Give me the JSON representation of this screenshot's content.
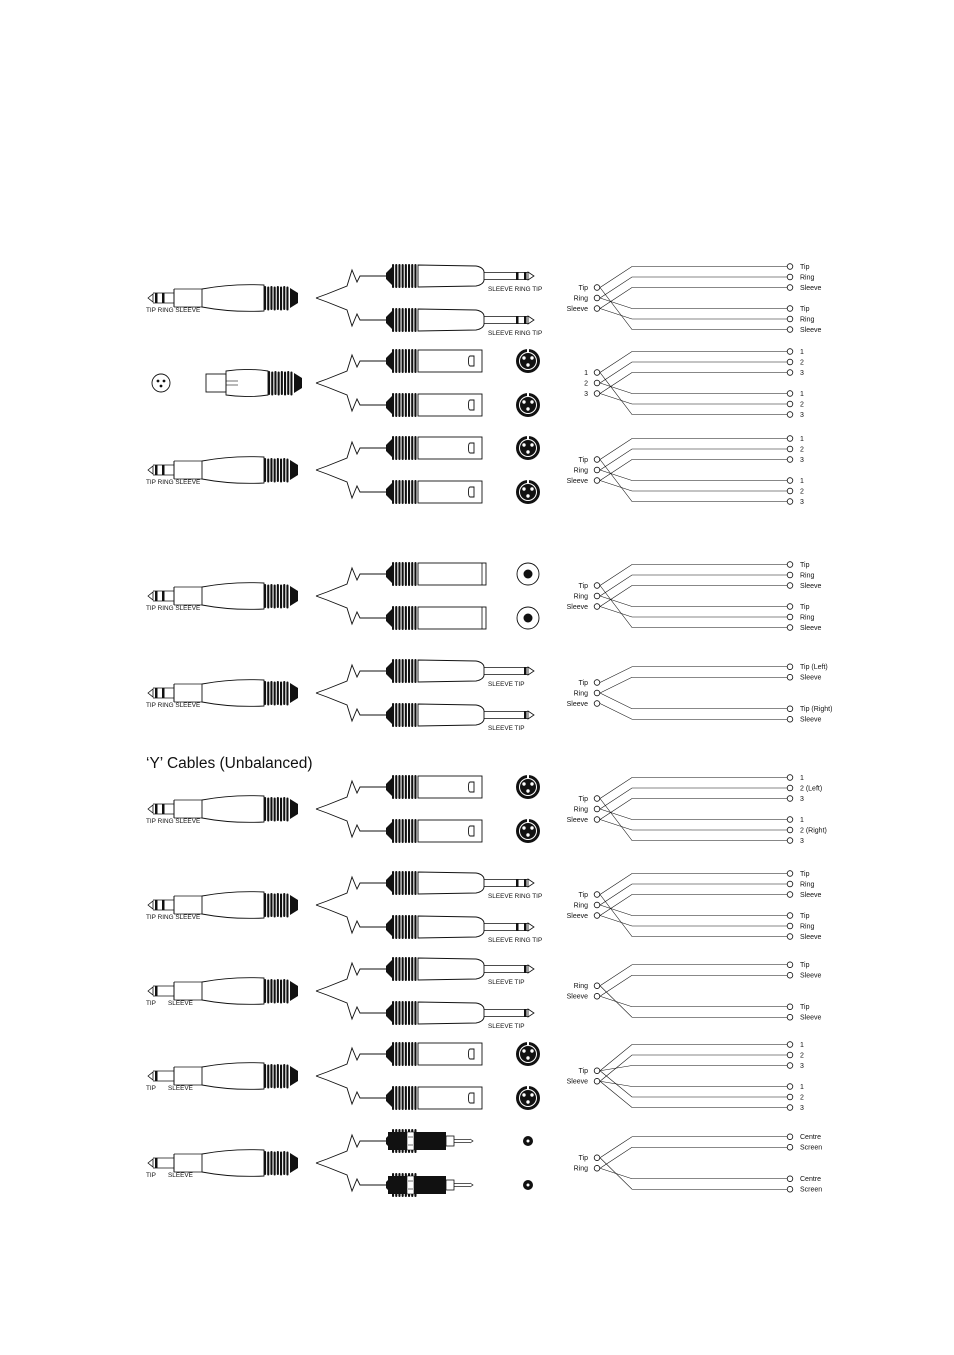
{
  "heading": "‘Y’ Cables (Unbalanced)",
  "colors": {
    "ink": "#111111",
    "paper": "#ffffff"
  },
  "rows": [
    {
      "source": "trs",
      "source_labels": [
        "TIP RING SLEEVE"
      ],
      "targets": [
        "trs",
        "trs"
      ],
      "target_labels": [
        "SLEEVE RING TIP",
        "SLEEVE RING TIP"
      ],
      "face": "",
      "src": [
        "Tip",
        "Ring",
        "Sleeve"
      ],
      "dst": [
        [
          "Tip",
          "Ring",
          "Sleeve"
        ],
        [
          "Tip",
          "Ring",
          "Sleeve"
        ]
      ]
    },
    {
      "source": "xlrf",
      "source_labels": [],
      "targets": [
        "xlrm",
        "xlrm"
      ],
      "target_labels": [
        "",
        ""
      ],
      "face": "xlr",
      "src": [
        "1",
        "2",
        "3"
      ],
      "dst": [
        [
          "1",
          "2",
          "3"
        ],
        [
          "1",
          "2",
          "3"
        ]
      ]
    },
    {
      "source": "trs",
      "source_labels": [
        "TIP RING SLEEVE"
      ],
      "targets": [
        "xlrm",
        "xlrm"
      ],
      "target_labels": [
        "",
        ""
      ],
      "face": "xlr",
      "src": [
        "Tip",
        "Ring",
        "Sleeve"
      ],
      "dst": [
        [
          "1",
          "2",
          "3"
        ],
        [
          "1",
          "2",
          "3"
        ]
      ]
    },
    {
      "source": "trs",
      "source_labels": [
        "TIP RING SLEEVE"
      ],
      "targets": [
        "jack",
        "jack"
      ],
      "target_labels": [
        "",
        ""
      ],
      "face": "jack",
      "src": [
        "Tip",
        "Ring",
        "Sleeve"
      ],
      "dst": [
        [
          "Tip",
          "Ring",
          "Sleeve"
        ],
        [
          "Tip",
          "Ring",
          "Sleeve"
        ]
      ]
    },
    {
      "source": "trs",
      "source_labels": [
        "TIP RING SLEEVE"
      ],
      "targets": [
        "ts",
        "ts"
      ],
      "target_labels": [
        "SLEEVE TIP",
        "SLEEVE TIP"
      ],
      "face": "",
      "src": [
        "Tip",
        "Ring",
        "Sleeve"
      ],
      "dst": [
        [
          "Tip (Left)",
          "Sleeve"
        ],
        [
          "Tip (Right)",
          "Sleeve"
        ]
      ]
    },
    {
      "source": "trs",
      "source_labels": [
        "TIP RING SLEEVE"
      ],
      "targets": [
        "xlrm",
        "xlrm"
      ],
      "target_labels": [
        "",
        ""
      ],
      "face": "xlr",
      "src": [
        "Tip",
        "Ring",
        "Sleeve"
      ],
      "dst": [
        [
          "1",
          "2 (Left)",
          "3"
        ],
        [
          "1",
          "2 (Right)",
          "3"
        ]
      ]
    },
    {
      "source": "trs",
      "source_labels": [
        "TIP RING SLEEVE"
      ],
      "targets": [
        "trs",
        "trs"
      ],
      "target_labels": [
        "SLEEVE RING TIP",
        "SLEEVE RING TIP"
      ],
      "face": "",
      "src": [
        "Tip",
        "Ring",
        "Sleeve"
      ],
      "dst": [
        [
          "Tip",
          "Ring",
          "Sleeve"
        ],
        [
          "Tip",
          "Ring",
          "Sleeve"
        ]
      ]
    },
    {
      "source": "ts",
      "source_labels": [
        "TIP",
        "SLEEVE"
      ],
      "targets": [
        "ts",
        "ts"
      ],
      "target_labels": [
        "SLEEVE TIP",
        "SLEEVE TIP"
      ],
      "face": "",
      "src": [
        "Ring",
        "Sleeve"
      ],
      "dst": [
        [
          "Tip",
          "Sleeve"
        ],
        [
          "Tip",
          "Sleeve"
        ]
      ]
    },
    {
      "source": "ts",
      "source_labels": [
        "TIP",
        "SLEEVE"
      ],
      "targets": [
        "xlrm",
        "xlrm"
      ],
      "target_labels": [
        "",
        ""
      ],
      "face": "xlr",
      "src": [
        "Tip",
        "Sleeve"
      ],
      "dst": [
        [
          "1",
          "2",
          "3"
        ],
        [
          "1",
          "2",
          "3"
        ]
      ]
    },
    {
      "source": "ts",
      "source_labels": [
        "TIP",
        "SLEEVE"
      ],
      "targets": [
        "rca",
        "rca"
      ],
      "target_labels": [
        "",
        ""
      ],
      "face": "rca",
      "src": [
        "Tip",
        "Ring"
      ],
      "dst": [
        [
          "Centre",
          "Screen"
        ],
        [
          "Centre",
          "Screen"
        ]
      ]
    }
  ]
}
